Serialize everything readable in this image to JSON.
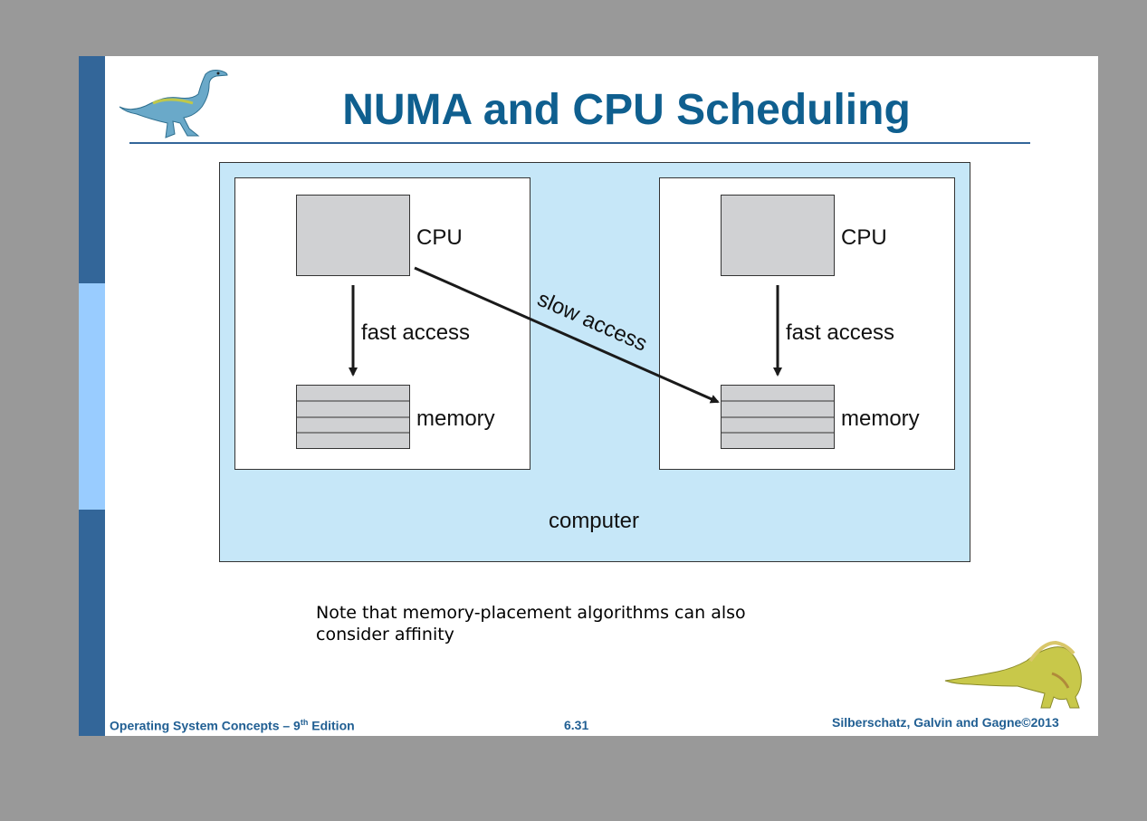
{
  "slide": {
    "title": "NUMA and CPU Scheduling",
    "note_line1": "Note that memory-placement algorithms can also",
    "note_line2": "consider affinity"
  },
  "diagram": {
    "computer_label": "computer",
    "left_node": {
      "cpu_label": "CPU",
      "fast_access_label": "fast access",
      "memory_label": "memory"
    },
    "right_node": {
      "cpu_label": "CPU",
      "fast_access_label": "fast access",
      "memory_label": "memory"
    },
    "slow_access_label": "slow access",
    "colors": {
      "computer_fill": "#c6e7f8",
      "box_fill": "#d0d1d3",
      "node_fill": "#ffffff"
    }
  },
  "footer": {
    "book_title_prefix": "Operating System Concepts – 9",
    "book_title_sup": "th",
    "book_title_suffix": " Edition",
    "page_number": "6.31",
    "copyright": "Silberschatz, Galvin and Gagne©2013"
  },
  "colors": {
    "title": "#0f5f8f",
    "band_dark": "#336699",
    "band_light": "#99ccff",
    "footer_text": "#215f93"
  },
  "icons": {
    "top_logo": "dinosaur-icon",
    "bottom_logo": "dinosaur-icon"
  }
}
